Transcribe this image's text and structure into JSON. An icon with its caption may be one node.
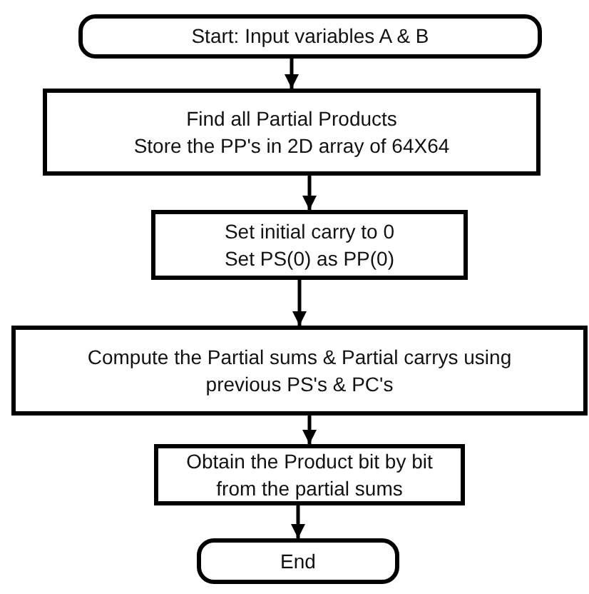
{
  "diagram": {
    "nodes": [
      {
        "text": [
          "Start: Input variables A & B"
        ]
      },
      {
        "text": [
          "Find all Partial Products",
          "Store the PP's in 2D array of 64X64"
        ]
      },
      {
        "text": [
          "Set initial carry to 0",
          "Set PS(0) as PP(0)"
        ]
      },
      {
        "text": [
          "Compute the Partial sums & Partial carrys using previous PS's & PC's"
        ]
      },
      {
        "text": [
          "Obtain the Product bit by bit from the partial sums"
        ]
      },
      {
        "text": [
          "End"
        ]
      }
    ],
    "edges": [
      {
        "from": 0,
        "to": 1,
        "arrow": "to"
      },
      {
        "from": 1,
        "to": 2,
        "arrow": "to"
      },
      {
        "from": 2,
        "to": 3,
        "arrow": "to"
      },
      {
        "from": 3,
        "to": 4,
        "arrow": "to"
      },
      {
        "from": 4,
        "to": 5,
        "arrow": "to"
      }
    ]
  }
}
